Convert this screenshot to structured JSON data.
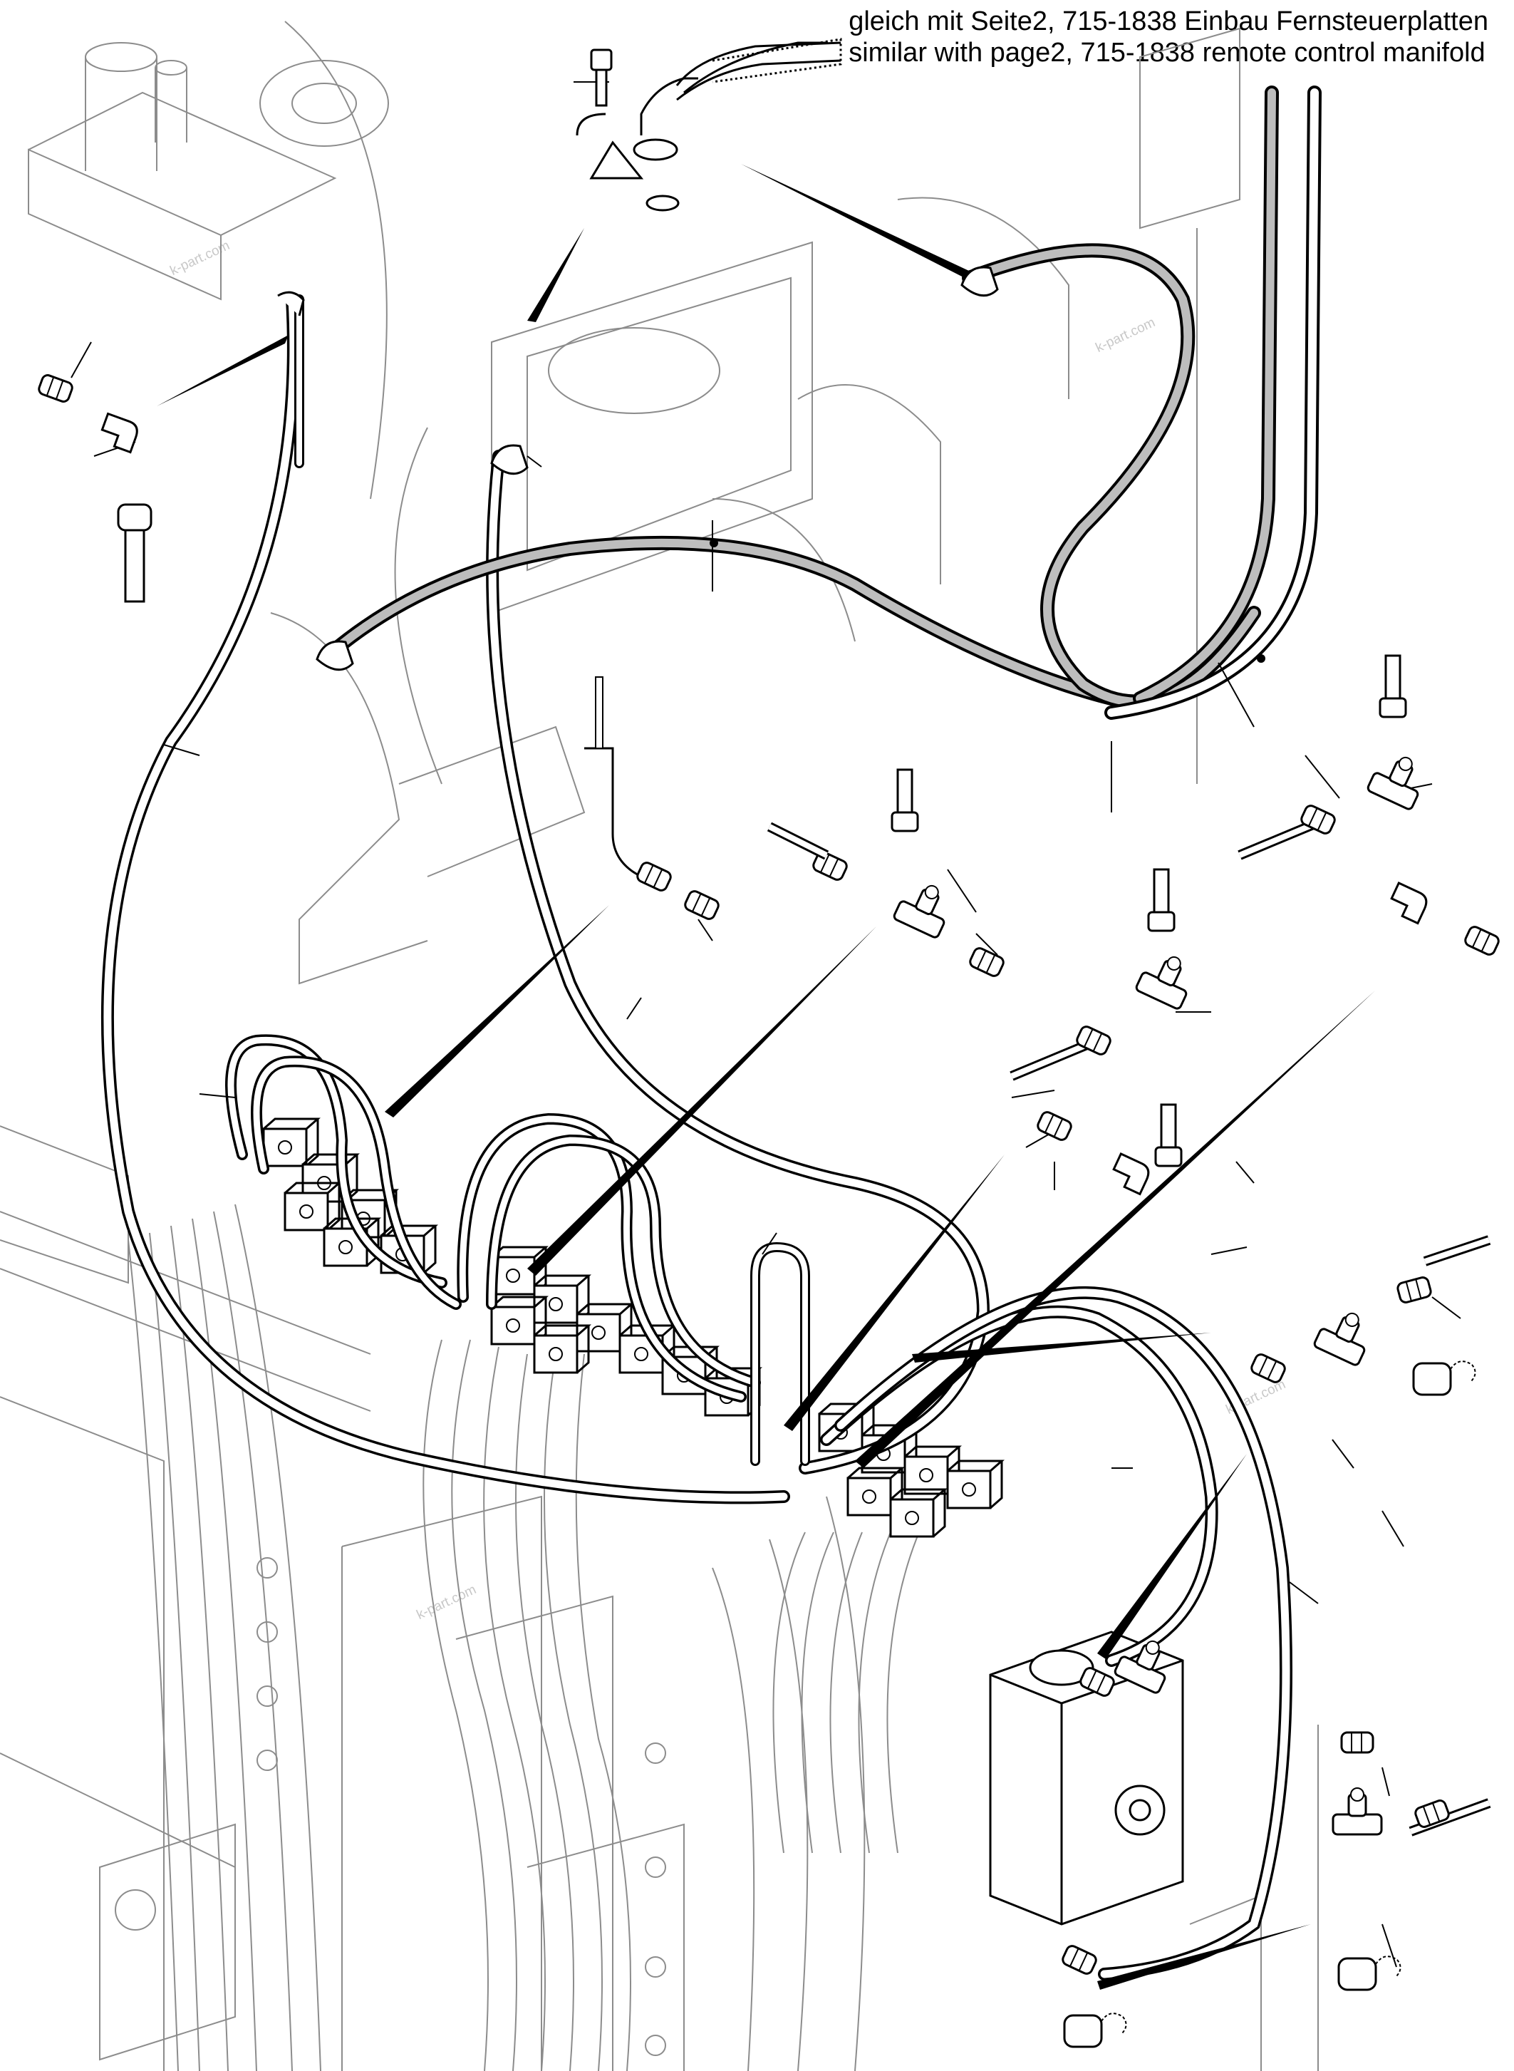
{
  "header": {
    "line_de": "gleich mit Seite2, 715-1838 Einbau Fernsteuerplatten",
    "line_en": "similar with page2, 715-1838 remote control manifold"
  },
  "watermarks": [
    {
      "text": "k-part.com"
    },
    {
      "text": "k-part.com"
    },
    {
      "text": "k-part.com"
    },
    {
      "text": "k-part.com"
    }
  ],
  "colors": {
    "line": "#000000",
    "ghost": "#8c8c8c",
    "hose_fill": "#bdbdbd",
    "watermark": "#c8c8c8"
  }
}
